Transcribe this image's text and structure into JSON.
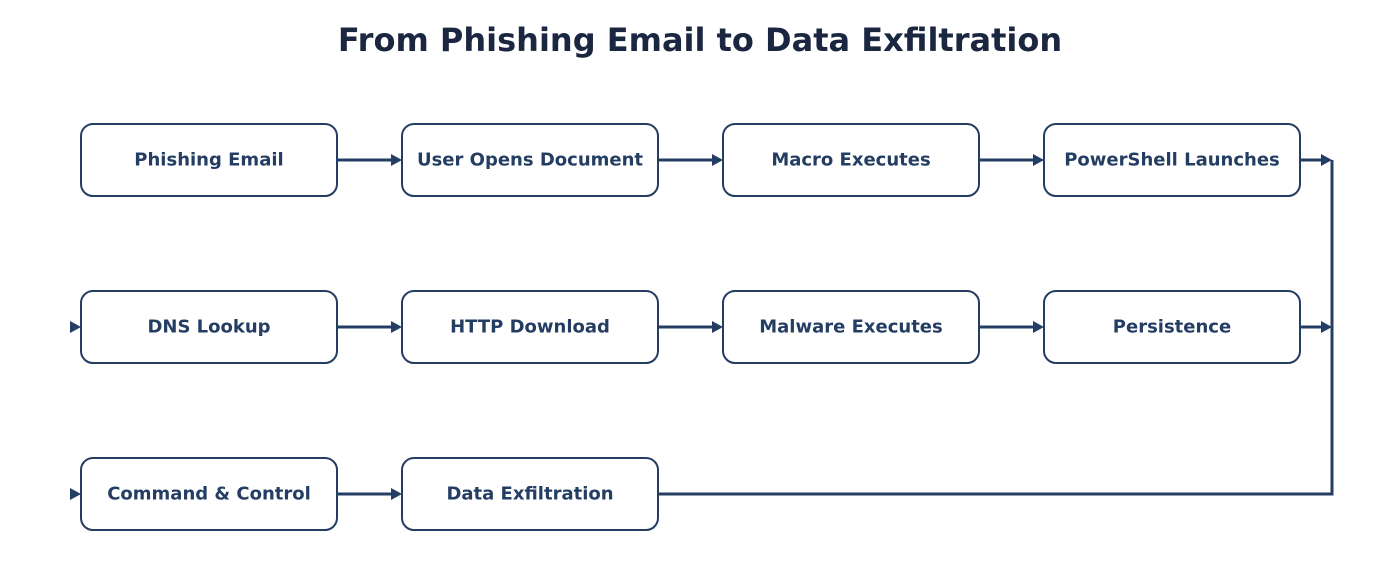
{
  "title": "From Phishing Email to Data Exfiltration",
  "colors": {
    "stroke": "#243d63",
    "text": "#243d63",
    "title": "#1b2640",
    "background": "#ffffff"
  },
  "nodes": [
    {
      "id": "phishing-email",
      "label": "Phishing Email"
    },
    {
      "id": "user-opens-document",
      "label": "User Opens Document"
    },
    {
      "id": "macro-executes",
      "label": "Macro Executes"
    },
    {
      "id": "powershell-launches",
      "label": "PowerShell Launches"
    },
    {
      "id": "dns-lookup",
      "label": "DNS Lookup"
    },
    {
      "id": "http-download",
      "label": "HTTP Download"
    },
    {
      "id": "malware-executes",
      "label": "Malware Executes"
    },
    {
      "id": "persistence",
      "label": "Persistence"
    },
    {
      "id": "command-control",
      "label": "Command & Control"
    },
    {
      "id": "data-exfiltration",
      "label": "Data Exfiltration"
    }
  ],
  "edges": [
    {
      "from": "phishing-email",
      "to": "user-opens-document"
    },
    {
      "from": "user-opens-document",
      "to": "macro-executes"
    },
    {
      "from": "macro-executes",
      "to": "powershell-launches"
    },
    {
      "from": "powershell-launches",
      "to": "dns-lookup"
    },
    {
      "from": "dns-lookup",
      "to": "http-download"
    },
    {
      "from": "http-download",
      "to": "malware-executes"
    },
    {
      "from": "malware-executes",
      "to": "persistence"
    },
    {
      "from": "persistence",
      "to": "command-control"
    },
    {
      "from": "command-control",
      "to": "data-exfiltration"
    }
  ]
}
